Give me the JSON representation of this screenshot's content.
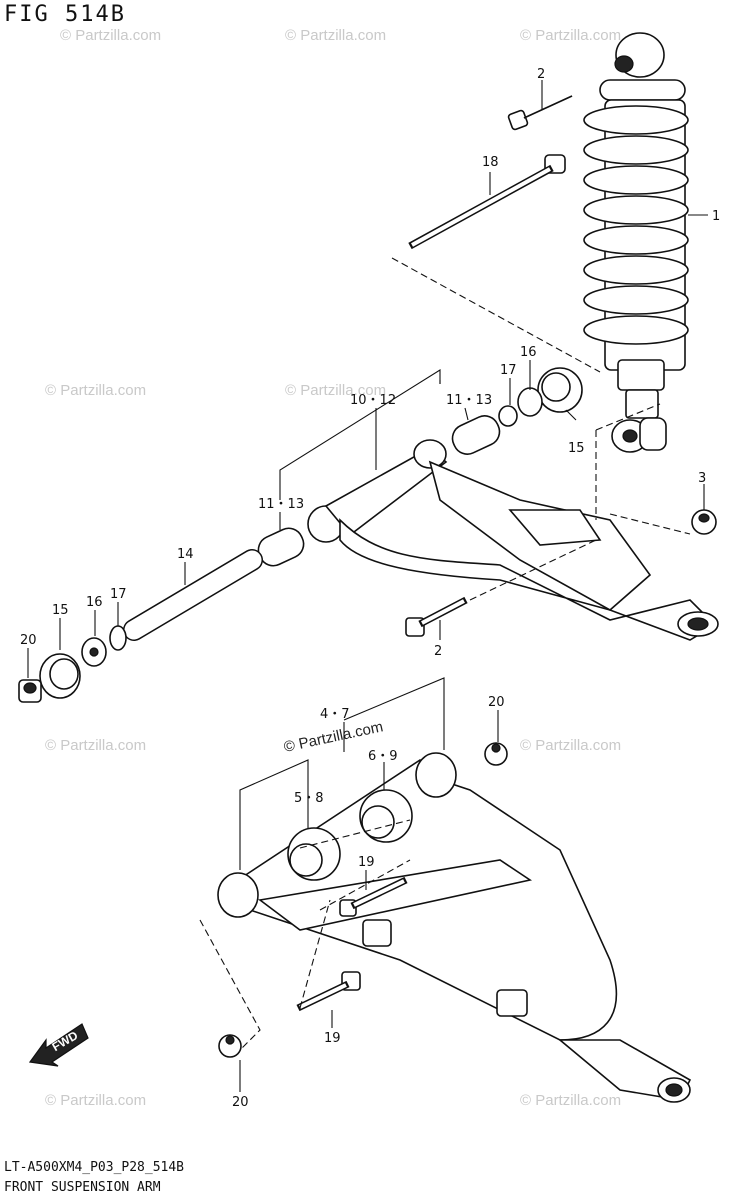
{
  "header": {
    "figure_title": "FIG 514B"
  },
  "footer": {
    "code": "LT-A500XM4_P03_P28_514B",
    "caption": "FRONT SUSPENSION ARM"
  },
  "watermark": {
    "text": "© Partzilla.com",
    "text_plain": "Partzilla.com"
  },
  "fwd_badge": "FWD",
  "callouts": {
    "c1": "1",
    "c2a": "2",
    "c2b": "2",
    "c3": "3",
    "c4_7": "4・7",
    "c5_8": "5・8",
    "c6_9": "6・9",
    "c10_12": "10・12",
    "c11_13a": "11・13",
    "c11_13b": "11・13",
    "c14": "14",
    "c15a": "15",
    "c15b": "15",
    "c16a": "16",
    "c16b": "16",
    "c17a": "17",
    "c17b": "17",
    "c18": "18",
    "c19a": "19",
    "c19b": "19",
    "c20a": "20",
    "c20b": "20",
    "c20c": "20"
  }
}
